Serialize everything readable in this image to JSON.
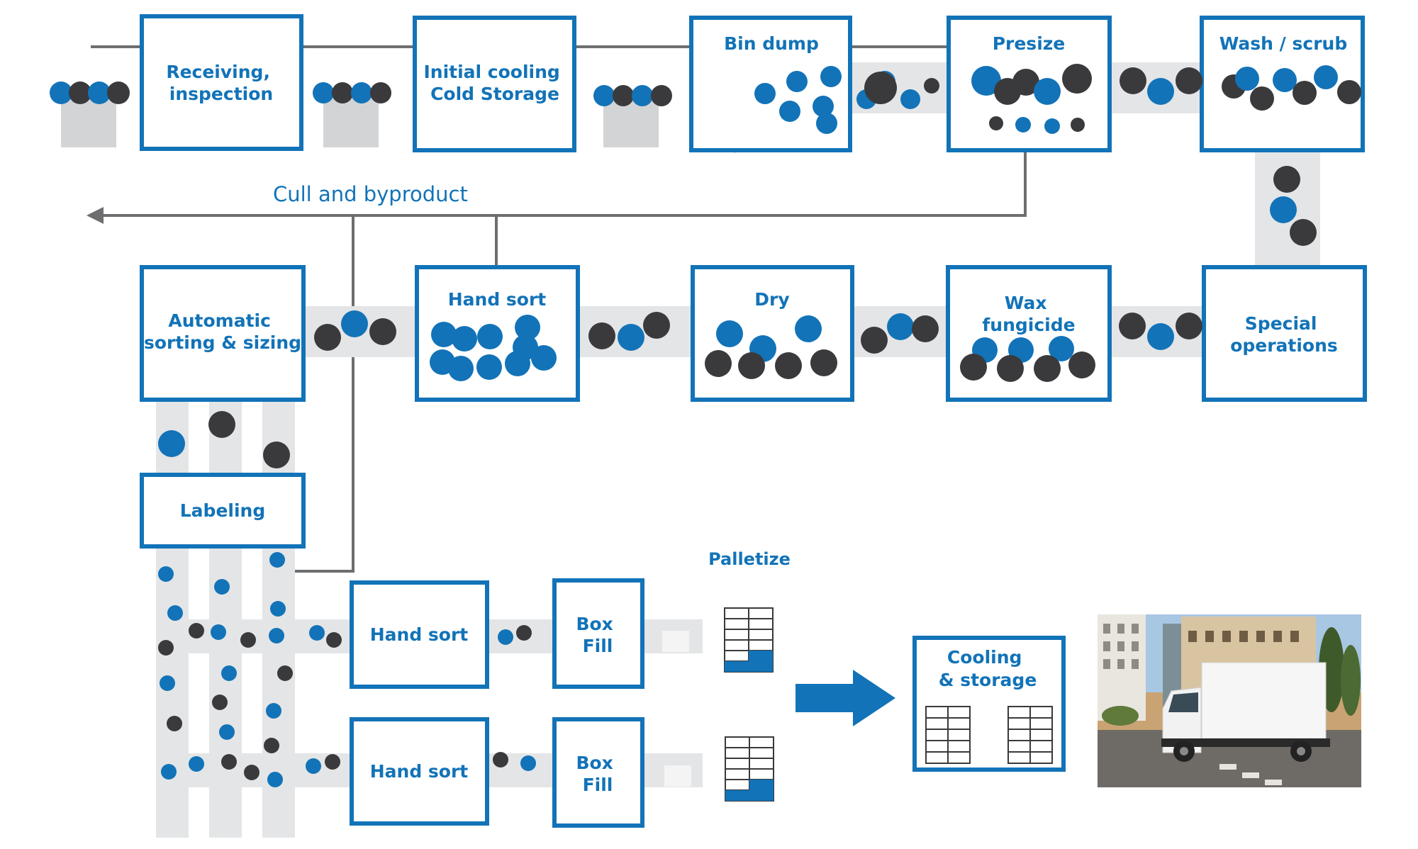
{
  "diagram": {
    "colors": {
      "blue": "#1273b8",
      "dark": "#3a3a3c",
      "conveyor": "#e4e5e6",
      "line": "#6d6e70",
      "bin": "#d3d4d5",
      "box_fill": "#ffffff"
    },
    "steps": {
      "receiving": {
        "line1": "Receiving,",
        "line2": "inspection"
      },
      "initial_cooling": {
        "line1": "Initial cooling",
        "line2": "Cold Storage"
      },
      "bin_dump": {
        "label": "Bin dump"
      },
      "presize": {
        "label": "Presize"
      },
      "wash_scrub": {
        "label": "Wash / scrub"
      },
      "special_operations": {
        "line1": "Special",
        "line2": "operations"
      },
      "wax_fungicide": {
        "line1": "Wax",
        "line2": "fungicide"
      },
      "dry": {
        "label": "Dry"
      },
      "hand_sort_top": {
        "label": "Hand sort"
      },
      "automatic_sorting": {
        "line1": "Automatic",
        "line2": "sorting & sizing"
      },
      "labeling": {
        "label": "Labeling"
      },
      "hand_sort_1": {
        "label": "Hand sort"
      },
      "hand_sort_2": {
        "label": "Hand sort"
      },
      "box_fill_1": {
        "line1": "Box",
        "line2": "Fill"
      },
      "box_fill_2": {
        "line1": "Box",
        "line2": "Fill"
      },
      "cooling_storage": {
        "line1": "Cooling",
        "line2": "& storage"
      }
    },
    "labels": {
      "cull": "Cull and byproduct",
      "palletize": "Palletize"
    }
  }
}
